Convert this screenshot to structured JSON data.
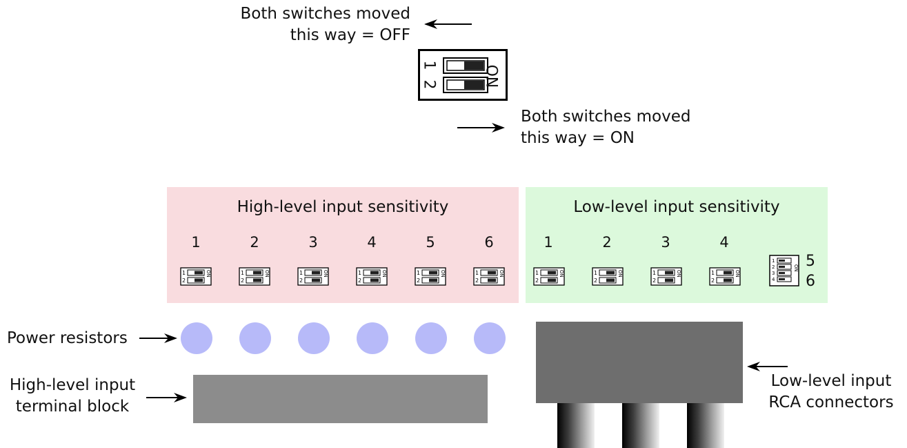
{
  "legend": {
    "off_line1": "Both switches moved",
    "off_line2": "this way = OFF",
    "on_line1": "Both switches moved",
    "on_line2": "this way = ON",
    "switch_on": "ON",
    "switch_positions": [
      "1",
      "2"
    ]
  },
  "high_level": {
    "title": "High-level input sensitivity",
    "channels": [
      "1",
      "2",
      "3",
      "4",
      "5",
      "6"
    ]
  },
  "low_level": {
    "title": "Low-level input sensitivity",
    "channels": [
      "1",
      "2",
      "3",
      "4"
    ],
    "quad_channels": [
      "5",
      "6"
    ]
  },
  "callouts": {
    "power_resistors": "Power resistors",
    "terminal_line1": "High-level input",
    "terminal_line2": "terminal block",
    "rca_line1": "Low-level input",
    "rca_line2": "RCA connectors"
  },
  "colors": {
    "high_panel": "#f9dcdf",
    "low_panel": "#dcf9dc",
    "resistor": "#b7baf9",
    "terminal_block": "#8c8c8c",
    "rca_body": "#6e6e6e"
  }
}
